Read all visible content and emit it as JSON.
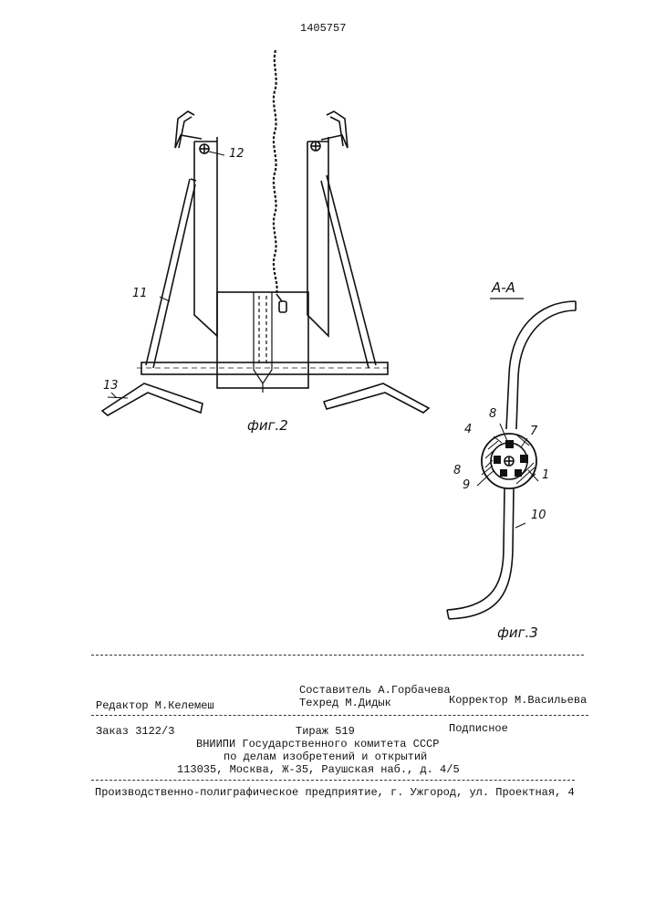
{
  "document": {
    "patent_number": "1405757"
  },
  "figure2": {
    "caption": "фиг.2",
    "labels": {
      "l11": "11",
      "l12": "12",
      "l13": "13"
    }
  },
  "figure3": {
    "caption": "фиг.3",
    "section": "А-А",
    "labels": {
      "l1": "1",
      "l4": "4",
      "l7": "7",
      "l8a": "8",
      "l8b": "8",
      "l9": "9",
      "l10": "10"
    }
  },
  "imprint": {
    "compiler": "Составитель А.Горбачева",
    "editor": "Редактор М.Келемеш",
    "techred": "Техред М.Дидык",
    "corrector": "Корректор М.Васильева",
    "order": "Заказ 3122/3",
    "print_run": "Тираж 519",
    "subscription": "Подписное",
    "org_line1": "ВНИИПИ Государственного комитета СССР",
    "org_line2": "по делам изобретений и открытий",
    "org_line3": "113035, Москва, Ж-35, Раушская наб., д. 4/5",
    "printer": "Производственно-полиграфическое предприятие, г. Ужгород, ул. Проектная, 4"
  }
}
